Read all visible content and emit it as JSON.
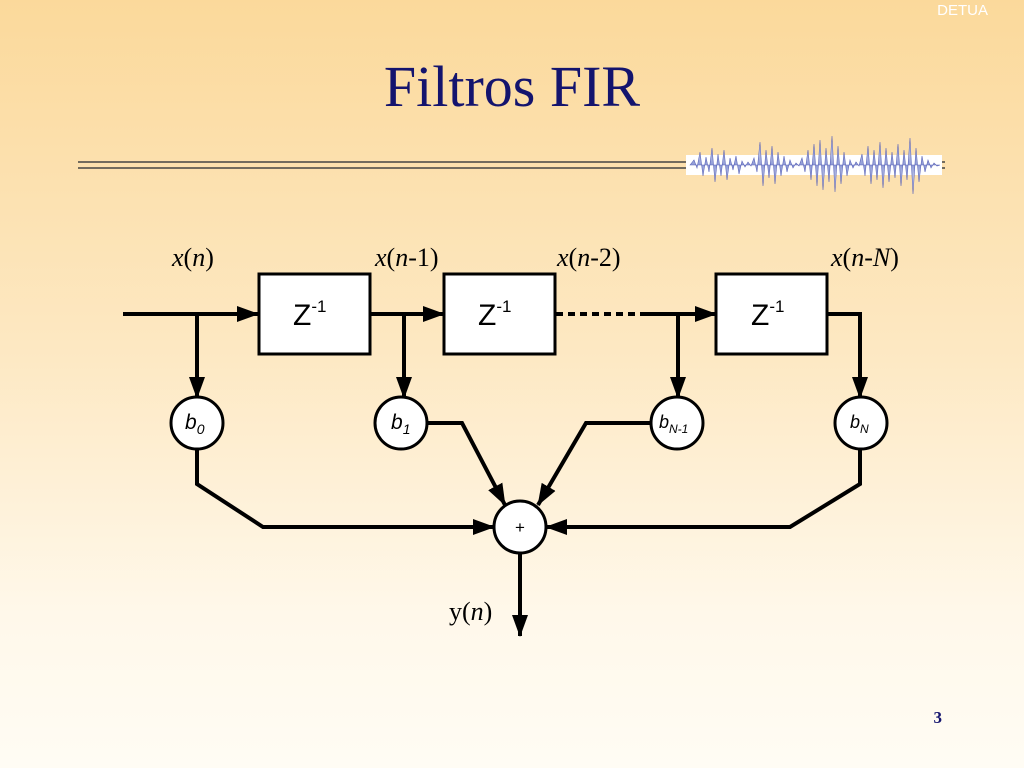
{
  "header": {
    "tag": "DETUA",
    "title": "Filtros FIR"
  },
  "diagram": {
    "signals": {
      "x0": {
        "name": "x",
        "open": "(",
        "var": "n",
        "rest": ")"
      },
      "x1": {
        "name": "x",
        "open": "(",
        "var": "n",
        "rest": "-1)"
      },
      "x2": {
        "name": "x",
        "open": "(",
        "var": "n",
        "rest": "-2)"
      },
      "xN_name": "x",
      "xN_open": "(",
      "xN_var": "n",
      "xN_dash": "-",
      "xN_N": "N",
      "xN_close": ")"
    },
    "delay": {
      "base": "Z",
      "exp": "-1"
    },
    "coefficients": {
      "b0": {
        "base": "b",
        "sub": "0"
      },
      "b1": {
        "base": "b",
        "sub": "1"
      },
      "bN1": {
        "base": "b",
        "sub": "N-1"
      },
      "bN": {
        "base": "b",
        "sub": "N"
      }
    },
    "adder_symbol": "+",
    "output": {
      "name": "y",
      "open": "(",
      "var": "n",
      "close": ")"
    }
  },
  "footer": {
    "page": "3"
  }
}
